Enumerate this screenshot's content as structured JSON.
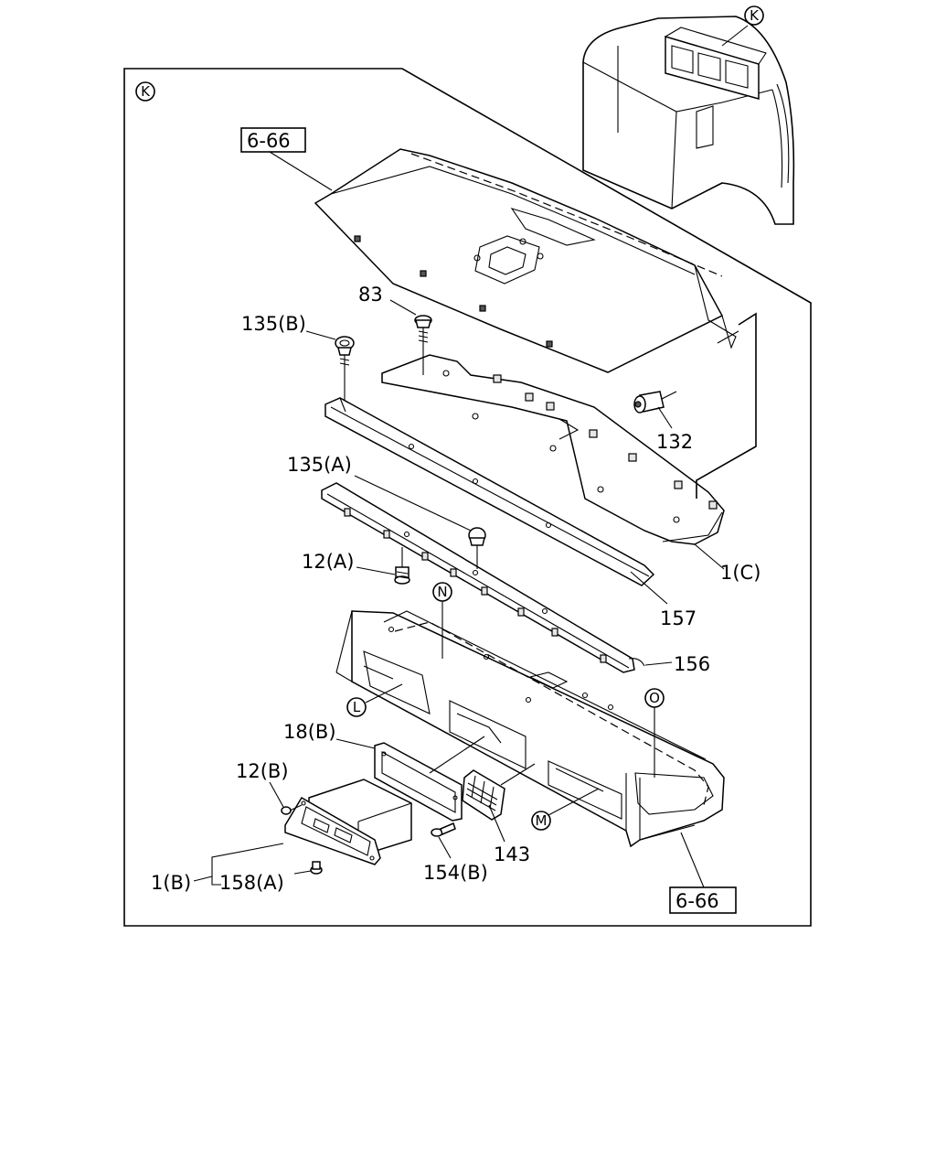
{
  "callouts": {
    "k_top": "K",
    "k_frame": "K",
    "n": "N",
    "l": "L",
    "o": "O",
    "m": "M"
  },
  "refs": {
    "ref_top": "6-66",
    "ref_bottom": "6-66"
  },
  "labels": {
    "p83": "83",
    "p135b": "135(B)",
    "p132": "132",
    "p135a": "135(A)",
    "p1c": "1(C)",
    "p12a": "12(A)",
    "p157": "157",
    "p156": "156",
    "p18b": "18(B)",
    "p12b": "12(B)",
    "p143": "143",
    "p154b": "154(B)",
    "p1b": "1(B)",
    "p158a": "158(A)"
  }
}
